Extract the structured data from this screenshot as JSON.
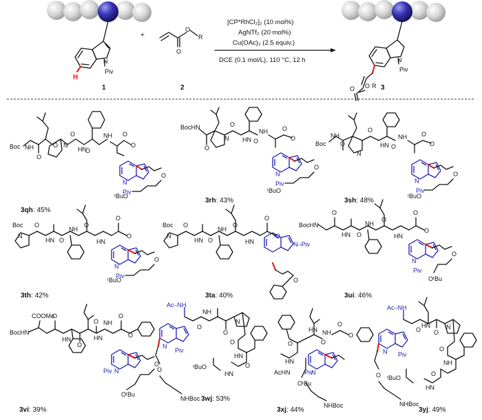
{
  "scheme": {
    "reactant_1_label": "1",
    "reactant_2_label": "2",
    "product_label": "3",
    "plus_sign": "+",
    "conditions": [
      "[CP*RhCl₂]₂ (10 mol%)",
      "AgNTf₂ (20 mol%)",
      "Cu(OAc)₂ (2.5 equiv.)",
      "DCE (0.1 mol/L), 110 °C, 12 h"
    ],
    "atoms": {
      "N": "N",
      "H": "H",
      "O": "O",
      "R": "R",
      "Piv": "Piv"
    }
  },
  "atom_labels": {
    "NH": "NH",
    "HN": "HN",
    "N": "N",
    "O": "O",
    "Boc": "Boc",
    "BocHN": "BocHN",
    "BocN": "BocHN",
    "Piv": "Piv",
    "NPiv": "N–Piv",
    "tBuO": "ᵗBuO",
    "OtBu": "OᵗBu",
    "OMe": "OMe",
    "COOMe": "COOMe",
    "Ac": "Ac–NH",
    "AcHN": "AcHN",
    "NHBoc": "NHBoc"
  },
  "compounds": [
    {
      "id": "3qh",
      "yield": "45%"
    },
    {
      "id": "3rh",
      "yield": "43%"
    },
    {
      "id": "3sh",
      "yield": "48%"
    },
    {
      "id": "3th",
      "yield": "42%"
    },
    {
      "id": "3ta",
      "yield": "40%"
    },
    {
      "id": "3ui",
      "yield": "46%"
    },
    {
      "id": "3vi",
      "yield": "39%"
    },
    {
      "id": "3wj",
      "yield": "53%"
    },
    {
      "id": "3xj",
      "yield": "44%"
    },
    {
      "id": "3yj",
      "yield": "49%"
    }
  ],
  "colors": {
    "bead": "#c8c8c8",
    "bead_highlight": "#3a34b4",
    "bond_blue": "#1c1cb4",
    "bond_red": "#e0201c",
    "text": "#111111"
  }
}
